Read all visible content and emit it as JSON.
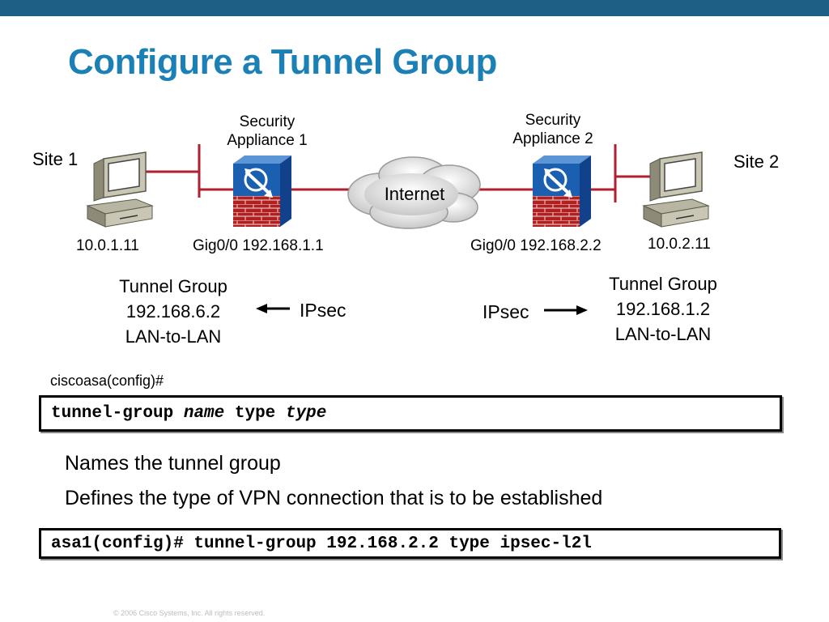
{
  "slide": {
    "title": "Configure a Tunnel Group",
    "copyright": "© 2006 Cisco Systems, Inc. All rights reserved."
  },
  "diagram": {
    "site1": {
      "label": "Site 1",
      "host_ip": "10.0.1.11",
      "appliance": [
        "Security",
        "Appliance 1"
      ],
      "interface": "Gig0/0 192.168.1.1",
      "tunnel_group": [
        "Tunnel Group",
        "192.168.6.2",
        "LAN-to-LAN"
      ],
      "ipsec": "IPsec"
    },
    "site2": {
      "label": "Site 2",
      "host_ip": "10.0.2.11",
      "appliance": [
        "Security",
        "Appliance 2"
      ],
      "interface": "Gig0/0 192.168.2.2",
      "tunnel_group": [
        "Tunnel Group",
        "192.168.1.2",
        "LAN-to-LAN"
      ],
      "ipsec": "IPsec"
    },
    "internet": "Internet",
    "colors": {
      "link": "#b02030",
      "firewall_blue": "#1a5fb0",
      "brick": "#b02020",
      "title": "#1a80b6",
      "banner": "#1e5f86"
    }
  },
  "syntax": {
    "prompt": "ciscoasa(config)#",
    "cmd_keyword": "tunnel-group",
    "arg_name": "name",
    "cmd_type": "type",
    "arg_type": "type"
  },
  "descriptions": [
    "Names the tunnel group",
    "Defines the type of VPN connection that is to be established"
  ],
  "example": "asa1(config)# tunnel-group 192.168.2.2 type ipsec-l2l"
}
